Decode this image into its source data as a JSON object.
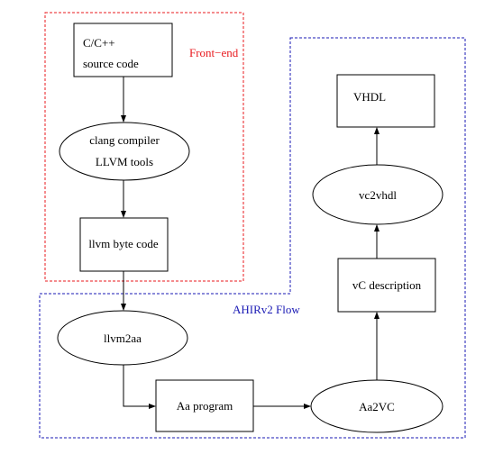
{
  "colors": {
    "front_end": "#e8191e",
    "ahir": "#1a1ab4",
    "ink": "#000000"
  },
  "regions": {
    "front_end": {
      "label": "Front−end"
    },
    "ahir": {
      "label": "AHIRv2 Flow"
    }
  },
  "nodes": {
    "source": {
      "line1": "C/C++",
      "line2": "source code"
    },
    "clang": {
      "line1": "clang compiler",
      "line2": "LLVM tools"
    },
    "bytecode": {
      "label": "llvm byte code"
    },
    "llvm2aa": {
      "label": "llvm2aa"
    },
    "aa_program": {
      "label": "Aa program"
    },
    "aa2vc": {
      "label": "Aa2VC"
    },
    "vc_description": {
      "label": "vC description"
    },
    "vc2vhdl": {
      "label": "vc2vhdl"
    },
    "vhdl": {
      "label": "VHDL"
    }
  },
  "edges": [
    {
      "from": "source",
      "to": "clang"
    },
    {
      "from": "clang",
      "to": "bytecode"
    },
    {
      "from": "bytecode",
      "to": "llvm2aa"
    },
    {
      "from": "llvm2aa",
      "to": "aa_program"
    },
    {
      "from": "aa_program",
      "to": "aa2vc"
    },
    {
      "from": "aa2vc",
      "to": "vc_description"
    },
    {
      "from": "vc_description",
      "to": "vc2vhdl"
    },
    {
      "from": "vc2vhdl",
      "to": "vhdl"
    }
  ]
}
